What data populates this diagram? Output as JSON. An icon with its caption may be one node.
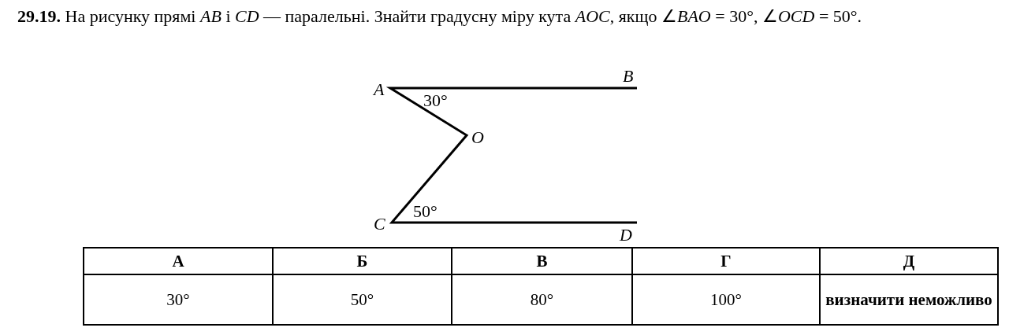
{
  "diagram": {
    "title": "**29.19.** На рисунку прямі *AB* і *CD* — паралельні. Знайти градусну міру кута *AOC*, якщо ∠*BAO* = 30°, ∠*OCD* = 50°.",
    "labels": [
      "A",
      "B",
      "30°",
      "O",
      "50°",
      "C",
      "D",
      "А",
      "Б",
      "В",
      "Г",
      "Д",
      "30°",
      "50°",
      "80°",
      "100°",
      "визначити неможливо"
    ]
  }
}
